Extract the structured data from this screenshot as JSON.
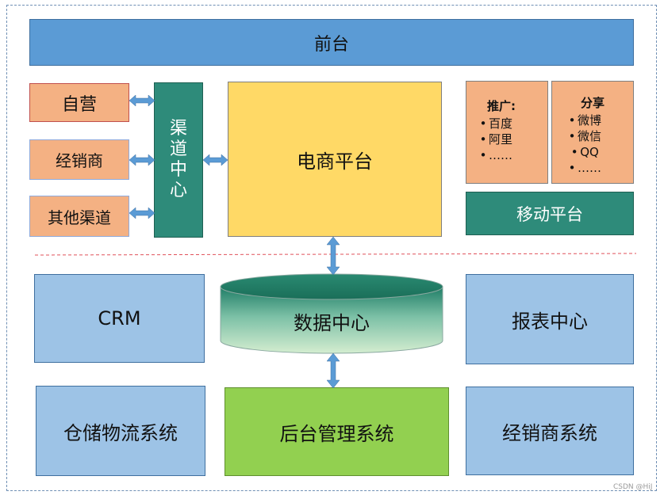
{
  "front": "前台",
  "channels": [
    "自营",
    "经销商",
    "其他渠道"
  ],
  "channel_center": [
    "渠",
    "道",
    "中",
    "心"
  ],
  "ecommerce": "电商平台",
  "promotion": {
    "title": "推广:",
    "items": [
      "百度",
      "阿里",
      "……"
    ]
  },
  "share": {
    "title": "分享",
    "items": [
      "微博",
      "微信",
      "QQ",
      "……"
    ]
  },
  "mobile": "移动平台",
  "crm": "CRM",
  "data_center": "数据中心",
  "report_center": "报表中心",
  "warehouse": "仓储物流系统",
  "backend": "后台管理系统",
  "dealer_system": "经销商系统",
  "bullet": "•",
  "watermark": "CSDN @HiJ",
  "colors": {
    "front": "#5b9bd5",
    "channel": "#f4b183",
    "channel_center": "#2e8b7a",
    "ecommerce": "#ffd966",
    "blue_box": "#9dc3e6",
    "backend": "#92d050",
    "arrow": "#5b9bd5",
    "divider": "#e0505a"
  }
}
